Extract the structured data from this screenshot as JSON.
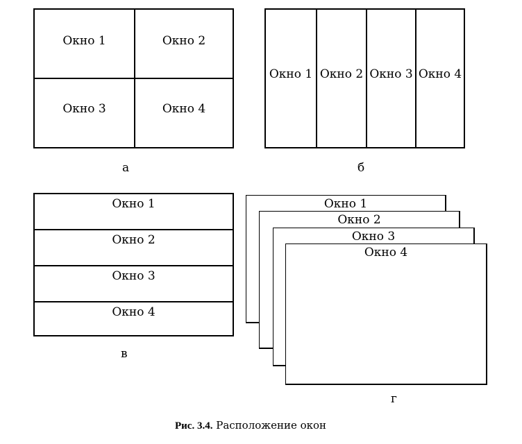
{
  "diagrams": {
    "a": {
      "letter": "а",
      "windows": [
        "Окно 1",
        "Окно 2",
        "Окно 3",
        "Окно 4"
      ]
    },
    "b": {
      "letter": "б",
      "windows": [
        "Окно 1",
        "Окно 2",
        "Окно 3",
        "Окно 4"
      ]
    },
    "v": {
      "letter": "в",
      "windows": [
        "Окно 1",
        "Окно 2",
        "Окно 3",
        "Окно 4"
      ]
    },
    "g": {
      "letter": "г",
      "windows": [
        "Окно 1",
        "Окно 2",
        "Окно 3",
        "Окно 4"
      ]
    }
  },
  "caption": {
    "number": "Рис. 3.4.",
    "text": "Расположение окон"
  }
}
